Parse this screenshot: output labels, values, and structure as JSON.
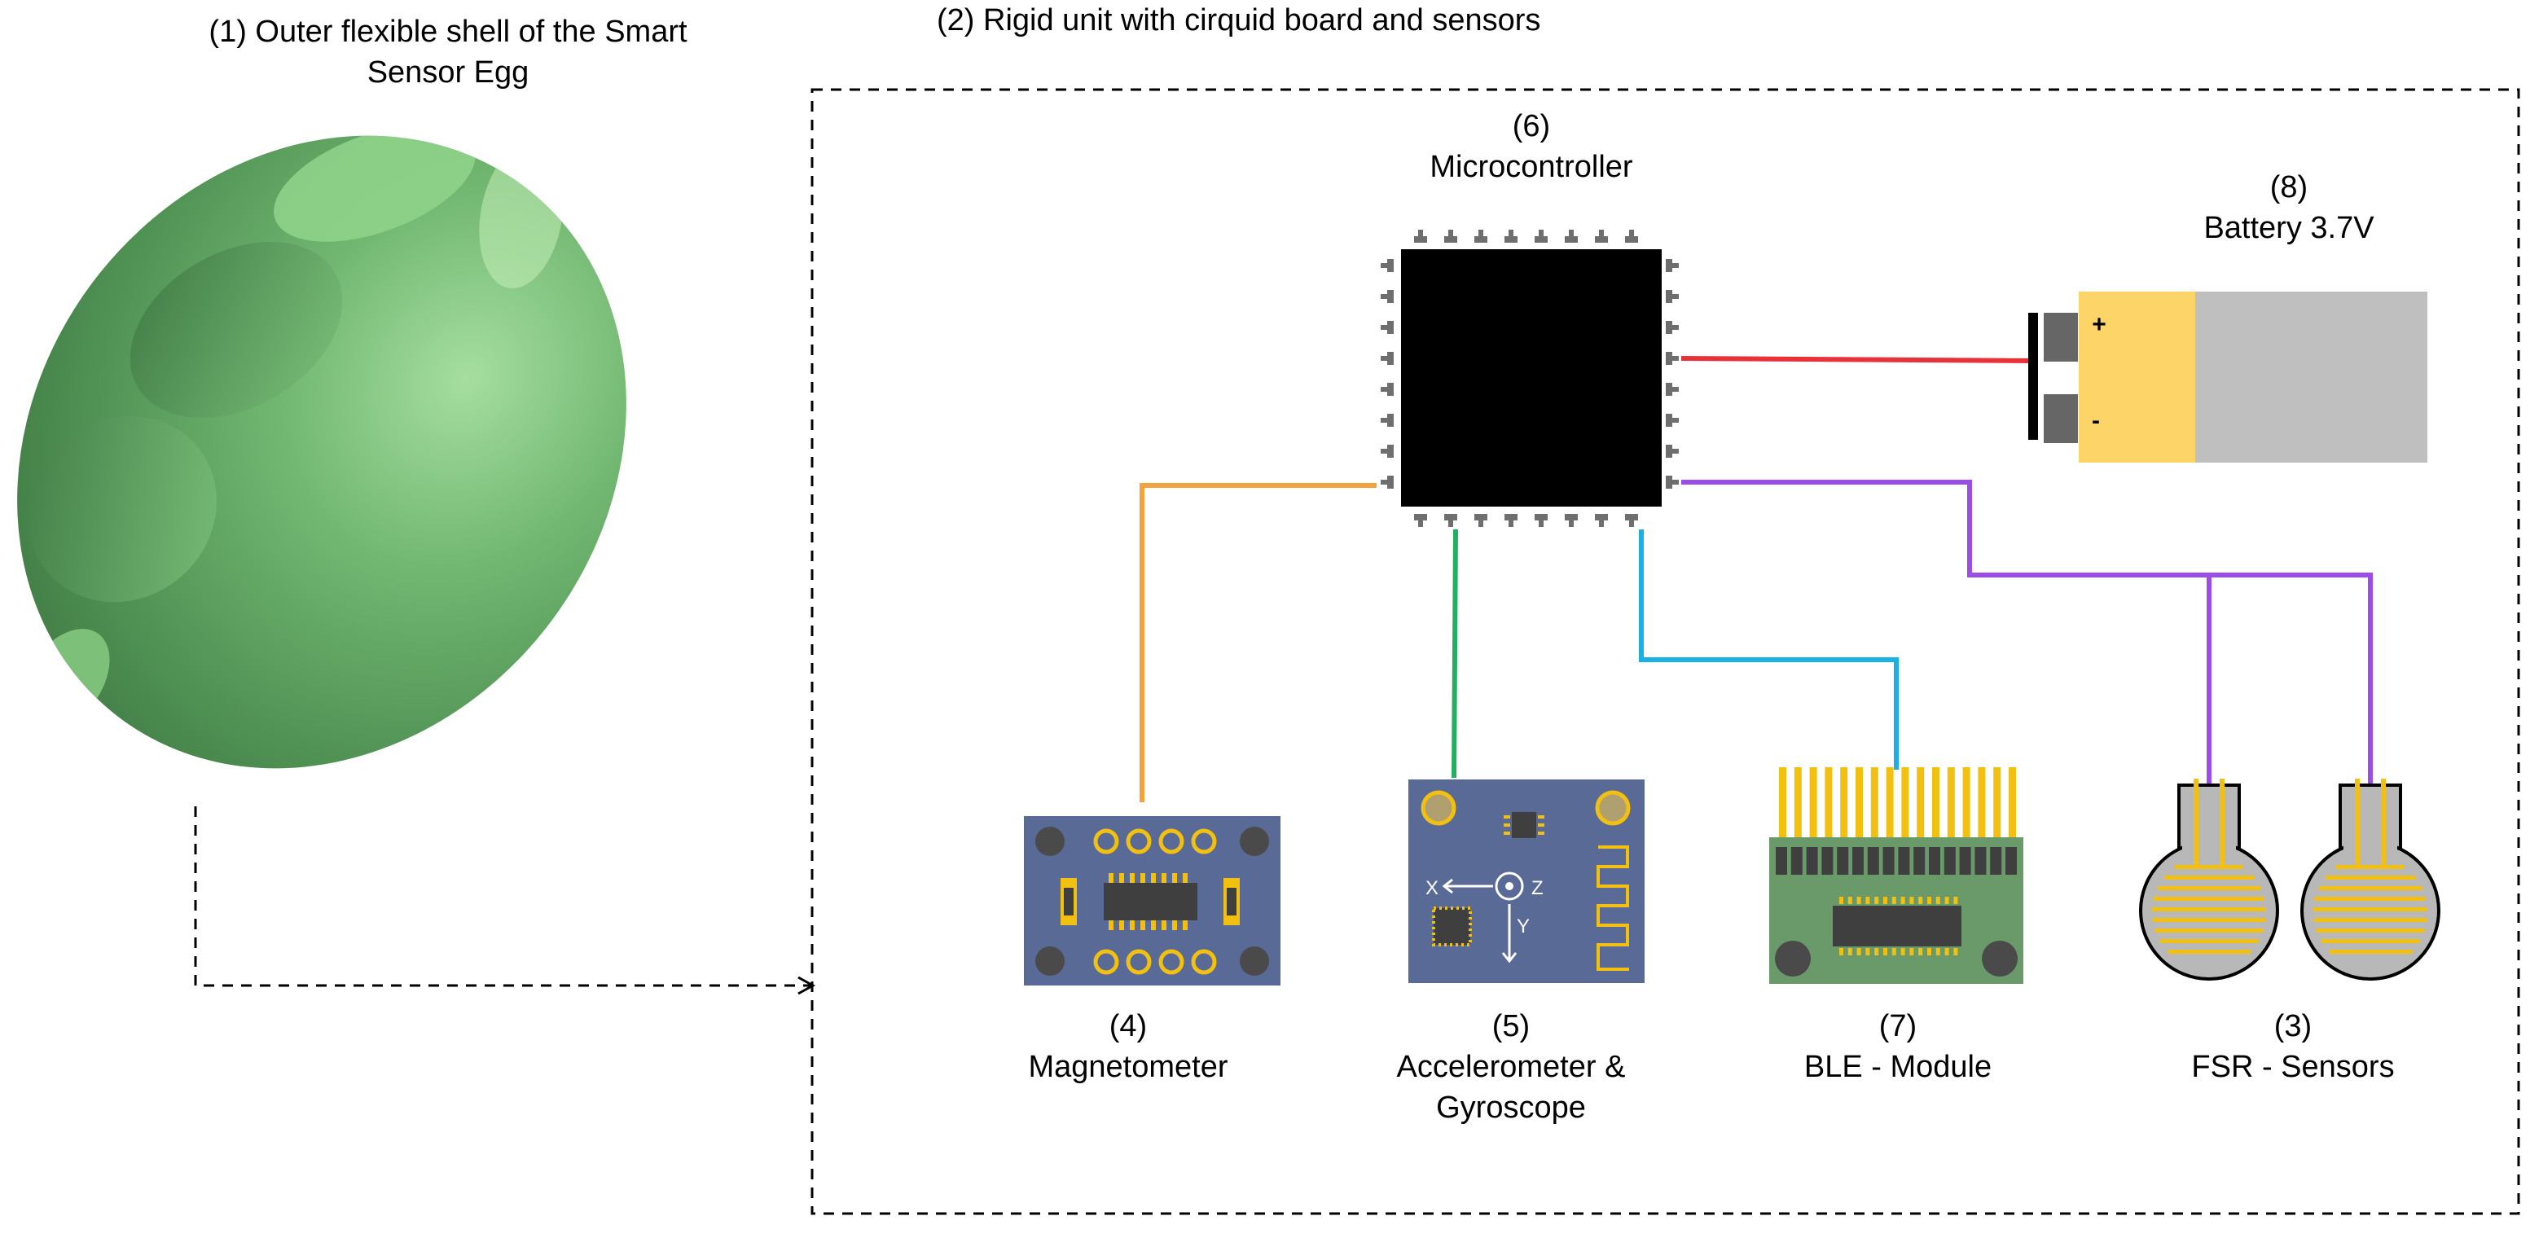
{
  "labels": {
    "shell": {
      "line1": "(1) Outer flexible shell of the Smart",
      "line2": "Sensor Egg"
    },
    "rigid_unit": "(2) Rigid unit with cirquid board and sensors",
    "microcontroller": {
      "number": "(6)",
      "name": "Microcontroller"
    },
    "battery": {
      "number": "(8)",
      "name": "Battery 3.7V"
    },
    "magnetometer": {
      "number": "(4)",
      "name": "Magnetometer"
    },
    "accel_gyro": {
      "number": "(5)",
      "name_line1": "Accelerometer &",
      "name_line2": "Gyroscope"
    },
    "ble": {
      "number": "(7)",
      "name": "BLE - Module"
    },
    "fsr": {
      "number": "(3)",
      "name": "FSR - Sensors"
    }
  },
  "battery_terminals": {
    "plus": "+",
    "minus": "-"
  },
  "imu_axes": {
    "x": "X",
    "y": "Y",
    "z": "Z"
  },
  "colors": {
    "egg": "#5a9a5c",
    "chip": "#000000",
    "pins": "#6e6e6e",
    "wire_magnetometer": "#f4a23c",
    "wire_accel": "#20b060",
    "wire_ble": "#1ab0e6",
    "wire_fsr": "#9b4de6",
    "wire_battery": "#e8323a",
    "board_blue": "#5a6a96",
    "board_green": "#6a9a6a",
    "gold": "#f2c010",
    "battery_yellow": "#fcd468",
    "battery_grey": "#bfbfbf"
  }
}
